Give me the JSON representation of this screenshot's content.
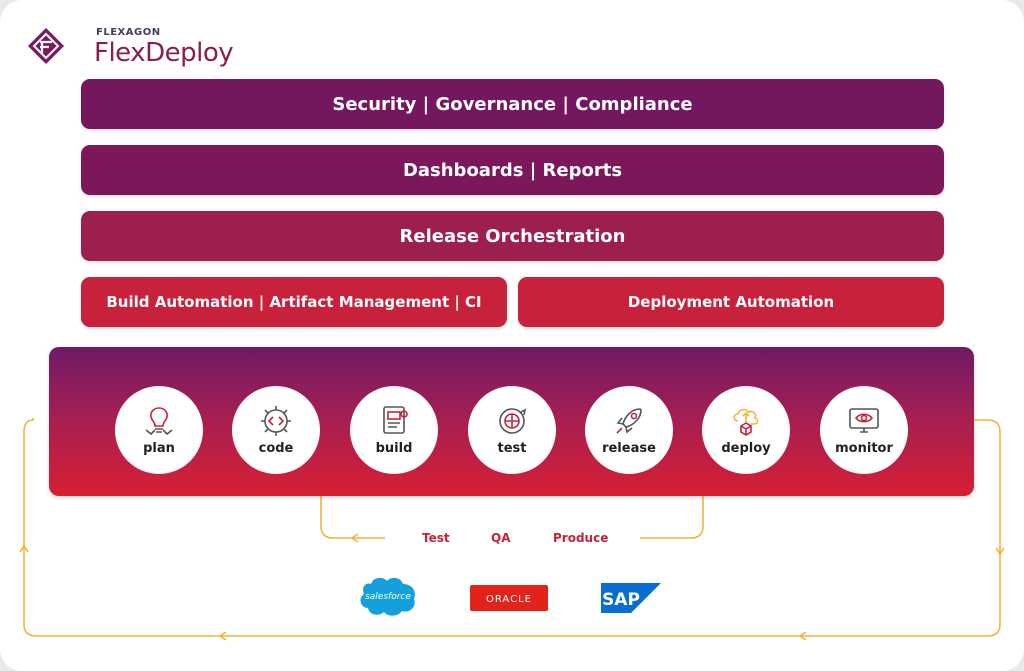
{
  "logo": {
    "brand": "FLEXAGON",
    "product": "FlexDeploy"
  },
  "bands": {
    "security": "Security | Governance | Compliance",
    "dashboards": "Dashboards | Reports",
    "release_orchestration": "Release Orchestration",
    "build_automation": "Build Automation | Artifact Management | CI",
    "deployment_automation": "Deployment Automation"
  },
  "stages": [
    {
      "label": "plan",
      "icon": "lightbulb-icon"
    },
    {
      "label": "code",
      "icon": "code-gear-icon"
    },
    {
      "label": "build",
      "icon": "build-document-icon"
    },
    {
      "label": "test",
      "icon": "test-globe-icon"
    },
    {
      "label": "release",
      "icon": "rocket-icon"
    },
    {
      "label": "deploy",
      "icon": "cloud-deploy-icon"
    },
    {
      "label": "monitor",
      "icon": "monitor-eye-icon"
    }
  ],
  "environments": [
    "Test",
    "QA",
    "Produce"
  ],
  "vendors": {
    "salesforce": "salesforce",
    "oracle": "ORACLE",
    "sap": "SAP"
  },
  "colors": {
    "primary_purple": "#74175f",
    "primary_red": "#c8213c",
    "flow_line": "#f2b43a",
    "salesforce_blue": "#16a0db",
    "oracle_red": "#e2231a",
    "sap_blue": "#0a6ed1"
  }
}
